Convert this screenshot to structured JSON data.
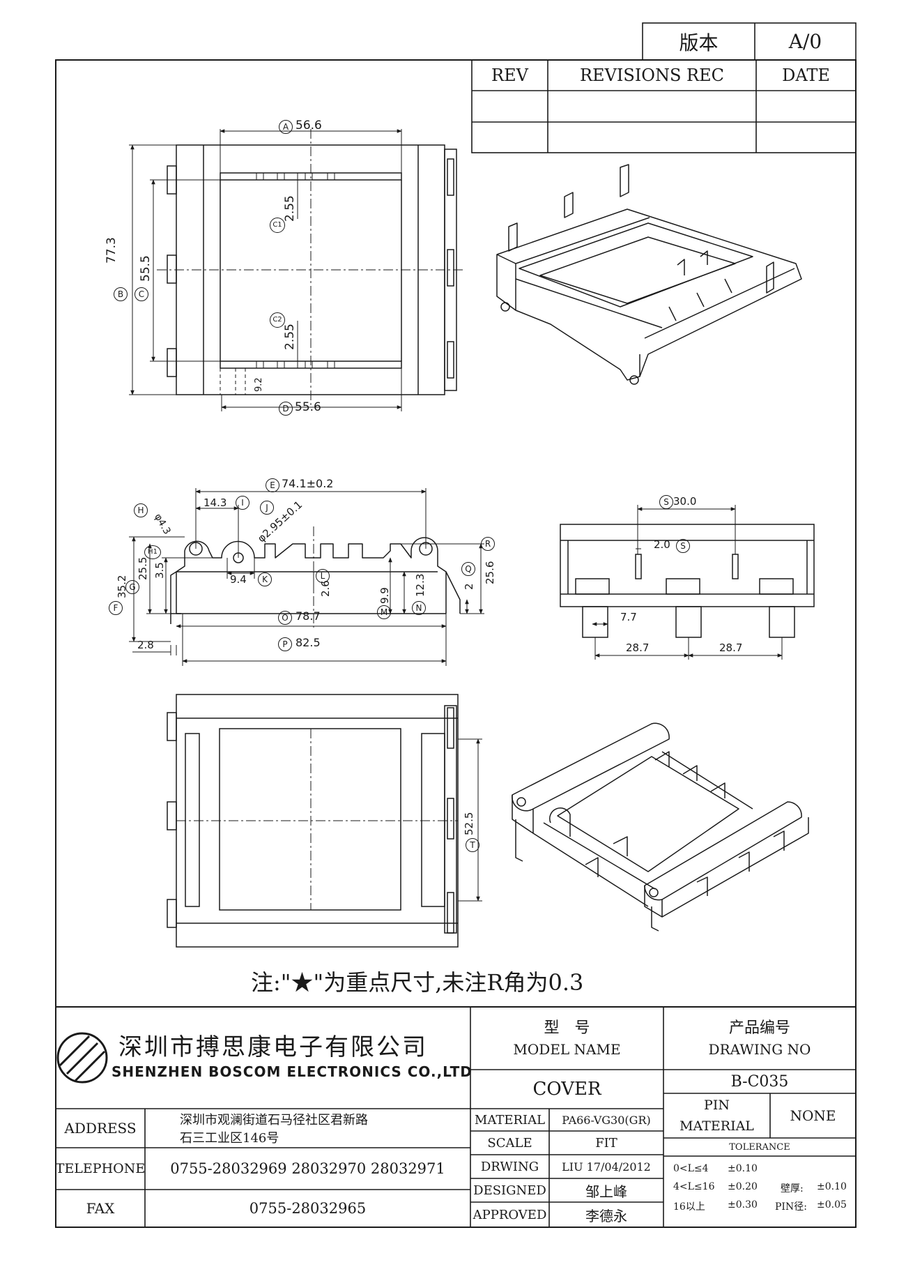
{
  "version_box": {
    "label": "版本",
    "value": "A/0"
  },
  "revision_table": {
    "headers": [
      "REV",
      "REVISIONS REC",
      "DATE"
    ],
    "rows": [
      [
        "",
        "",
        ""
      ],
      [
        "",
        "",
        ""
      ]
    ]
  },
  "dimensions": {
    "top_view": {
      "A": "56.6",
      "B": "77.3",
      "C": "55.5",
      "D": "55.6",
      "C1": "2.55",
      "C2": "2.55",
      "small": "9.2"
    },
    "side_view": {
      "E": "74.1±0.2",
      "H": "φ4.3",
      "I": "14.3",
      "J": "φ2.95±0.1",
      "K": "9.4",
      "L": "2.6",
      "M": "9.9",
      "N": "12.3",
      "O": "78.7",
      "P": "82.5",
      "Q": "2",
      "R": "25.6",
      "F": "35.2",
      "G": "25.5",
      "H1": "3.5",
      "left_offset": "2.8"
    },
    "front_view": {
      "S1": "30.0",
      "S2": "2.0",
      "pin_width": "7.7",
      "pitch1": "28.7",
      "pitch2": "28.7"
    },
    "bottom_view": {
      "T": "52.5"
    }
  },
  "callouts": {
    "A": "A",
    "B": "B",
    "C": "C",
    "D": "D",
    "C1": "C1",
    "C2": "C2",
    "E": "E",
    "F": "F",
    "G": "G",
    "H": "H",
    "H1": "H1",
    "I": "I",
    "J": "J",
    "K": "K",
    "L": "L",
    "M": "M",
    "N": "N",
    "O": "O",
    "P": "P",
    "Q": "Q",
    "R": "R",
    "S": "S",
    "T": "T"
  },
  "note": "注:\"★\"为重点尺寸,未注R角为0.3",
  "company": {
    "name_cn": "深圳市搏思康电子有限公司",
    "name_en": "SHENZHEN BOSCOM ELECTRONICS CO.,LTD"
  },
  "title_block": {
    "model_name_label_cn": "型　号",
    "model_name_label_en": "MODEL NAME",
    "model_name": "COVER",
    "drawing_no_label_cn": "产品编号",
    "drawing_no_label_en": "DRAWING NO",
    "drawing_no": "B-C035",
    "address_label": "ADDRESS",
    "address_line1": "深圳市观澜街道石马径社区君新路",
    "address_line2": "石三工业区146号",
    "telephone_label": "TELEPHONE",
    "telephone": "0755-28032969 28032970 28032971",
    "fax_label": "FAX",
    "fax": "0755-28032965",
    "material_label": "MATERIAL",
    "material": "PA66-VG30(GR)",
    "scale_label": "SCALE",
    "scale": "FIT",
    "drawing_label": "DRWING",
    "drawing": "LIU 17/04/2012",
    "designed_label": "DESIGNED",
    "designed": "邹上峰",
    "approved_label": "APPROVED",
    "approved": "李德永",
    "pin_material_label1": "PIN",
    "pin_material_label2": "MATERIAL",
    "pin_material": "NONE",
    "tolerance_label": "TOLERANCE",
    "tolerance_rows": [
      {
        "range": "0<L≤4",
        "value": "±0.10",
        "extra_label": "",
        "extra_value": ""
      },
      {
        "range": "4<L≤16",
        "value": "±0.20",
        "extra_label": "壁厚:",
        "extra_value": "±0.10"
      },
      {
        "range": "16以上",
        "value": "±0.30",
        "extra_label": "PIN径:",
        "extra_value": "±0.05"
      }
    ]
  }
}
